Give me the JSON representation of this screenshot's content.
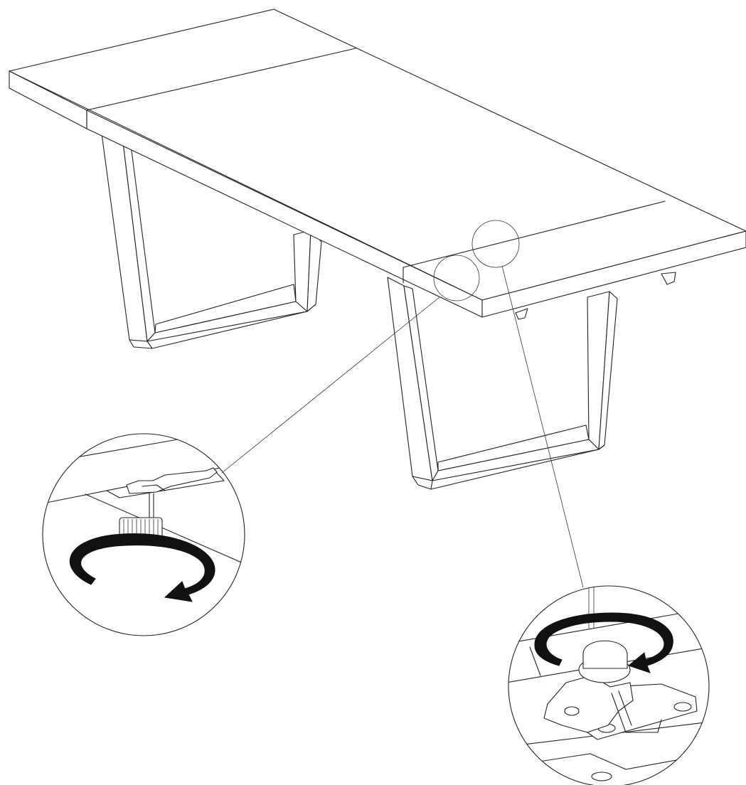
{
  "figure": {
    "type": "assembly-illustration",
    "subject": "table",
    "colors": {
      "line": "#222222",
      "background": "#ffffff",
      "arrow": "#111111"
    },
    "callouts": [
      {
        "name": "leveling-foot-detail",
        "icon": "rotate-arrow-icon",
        "direction": "clockwise"
      },
      {
        "name": "latch-clamp-detail",
        "icon": "rotate-arrow-icon",
        "direction": "clockwise"
      }
    ]
  }
}
